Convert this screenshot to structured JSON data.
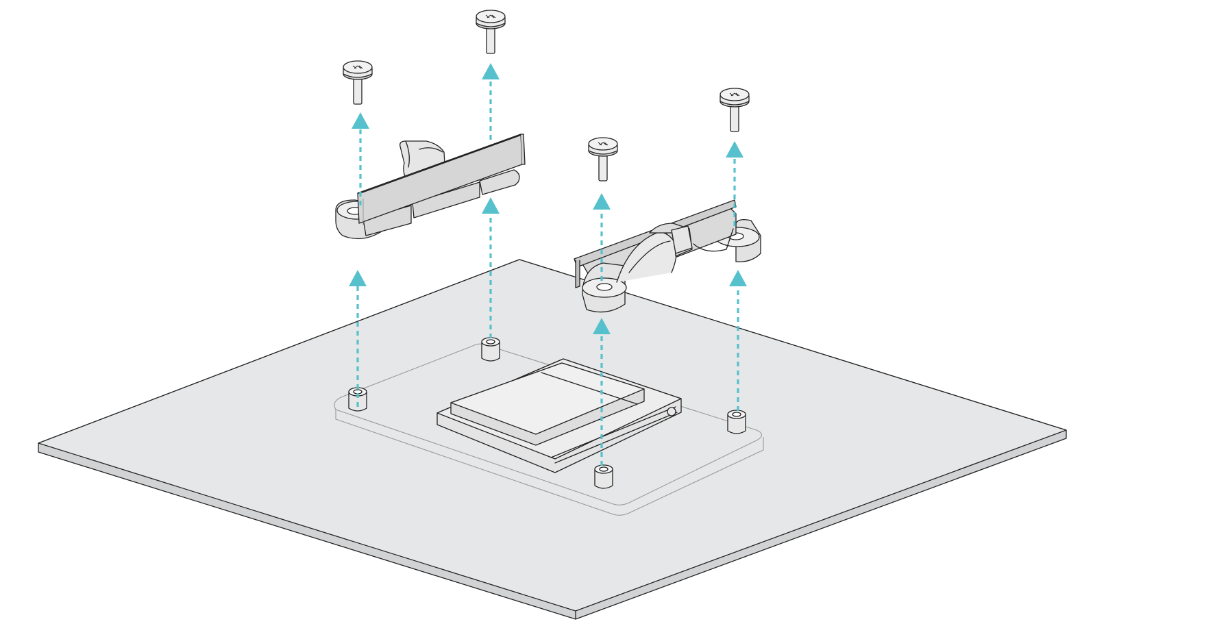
{
  "diagram": {
    "description_source": "assembly-diagram",
    "colors": {
      "background": "#ffffff",
      "board": "#e6e7e8",
      "board_edge": "#d2d3d4",
      "part": "#ececec",
      "part_shadow": "#cfcfcf",
      "outline": "#222222",
      "guide": "#9a9a9a",
      "arrow": "#56c1cc"
    },
    "parts": {
      "motherboard": "motherboard-plate",
      "cpu": "cpu-socket",
      "standoffs": 4,
      "mounting_brackets": 2,
      "screws": 4
    },
    "directions": {
      "arrows": "up",
      "arrow_count": 8,
      "line_style": "dashed"
    },
    "icons": [
      "screw-icon",
      "bracket-icon",
      "standoff-icon",
      "arrow-up-icon"
    ]
  }
}
